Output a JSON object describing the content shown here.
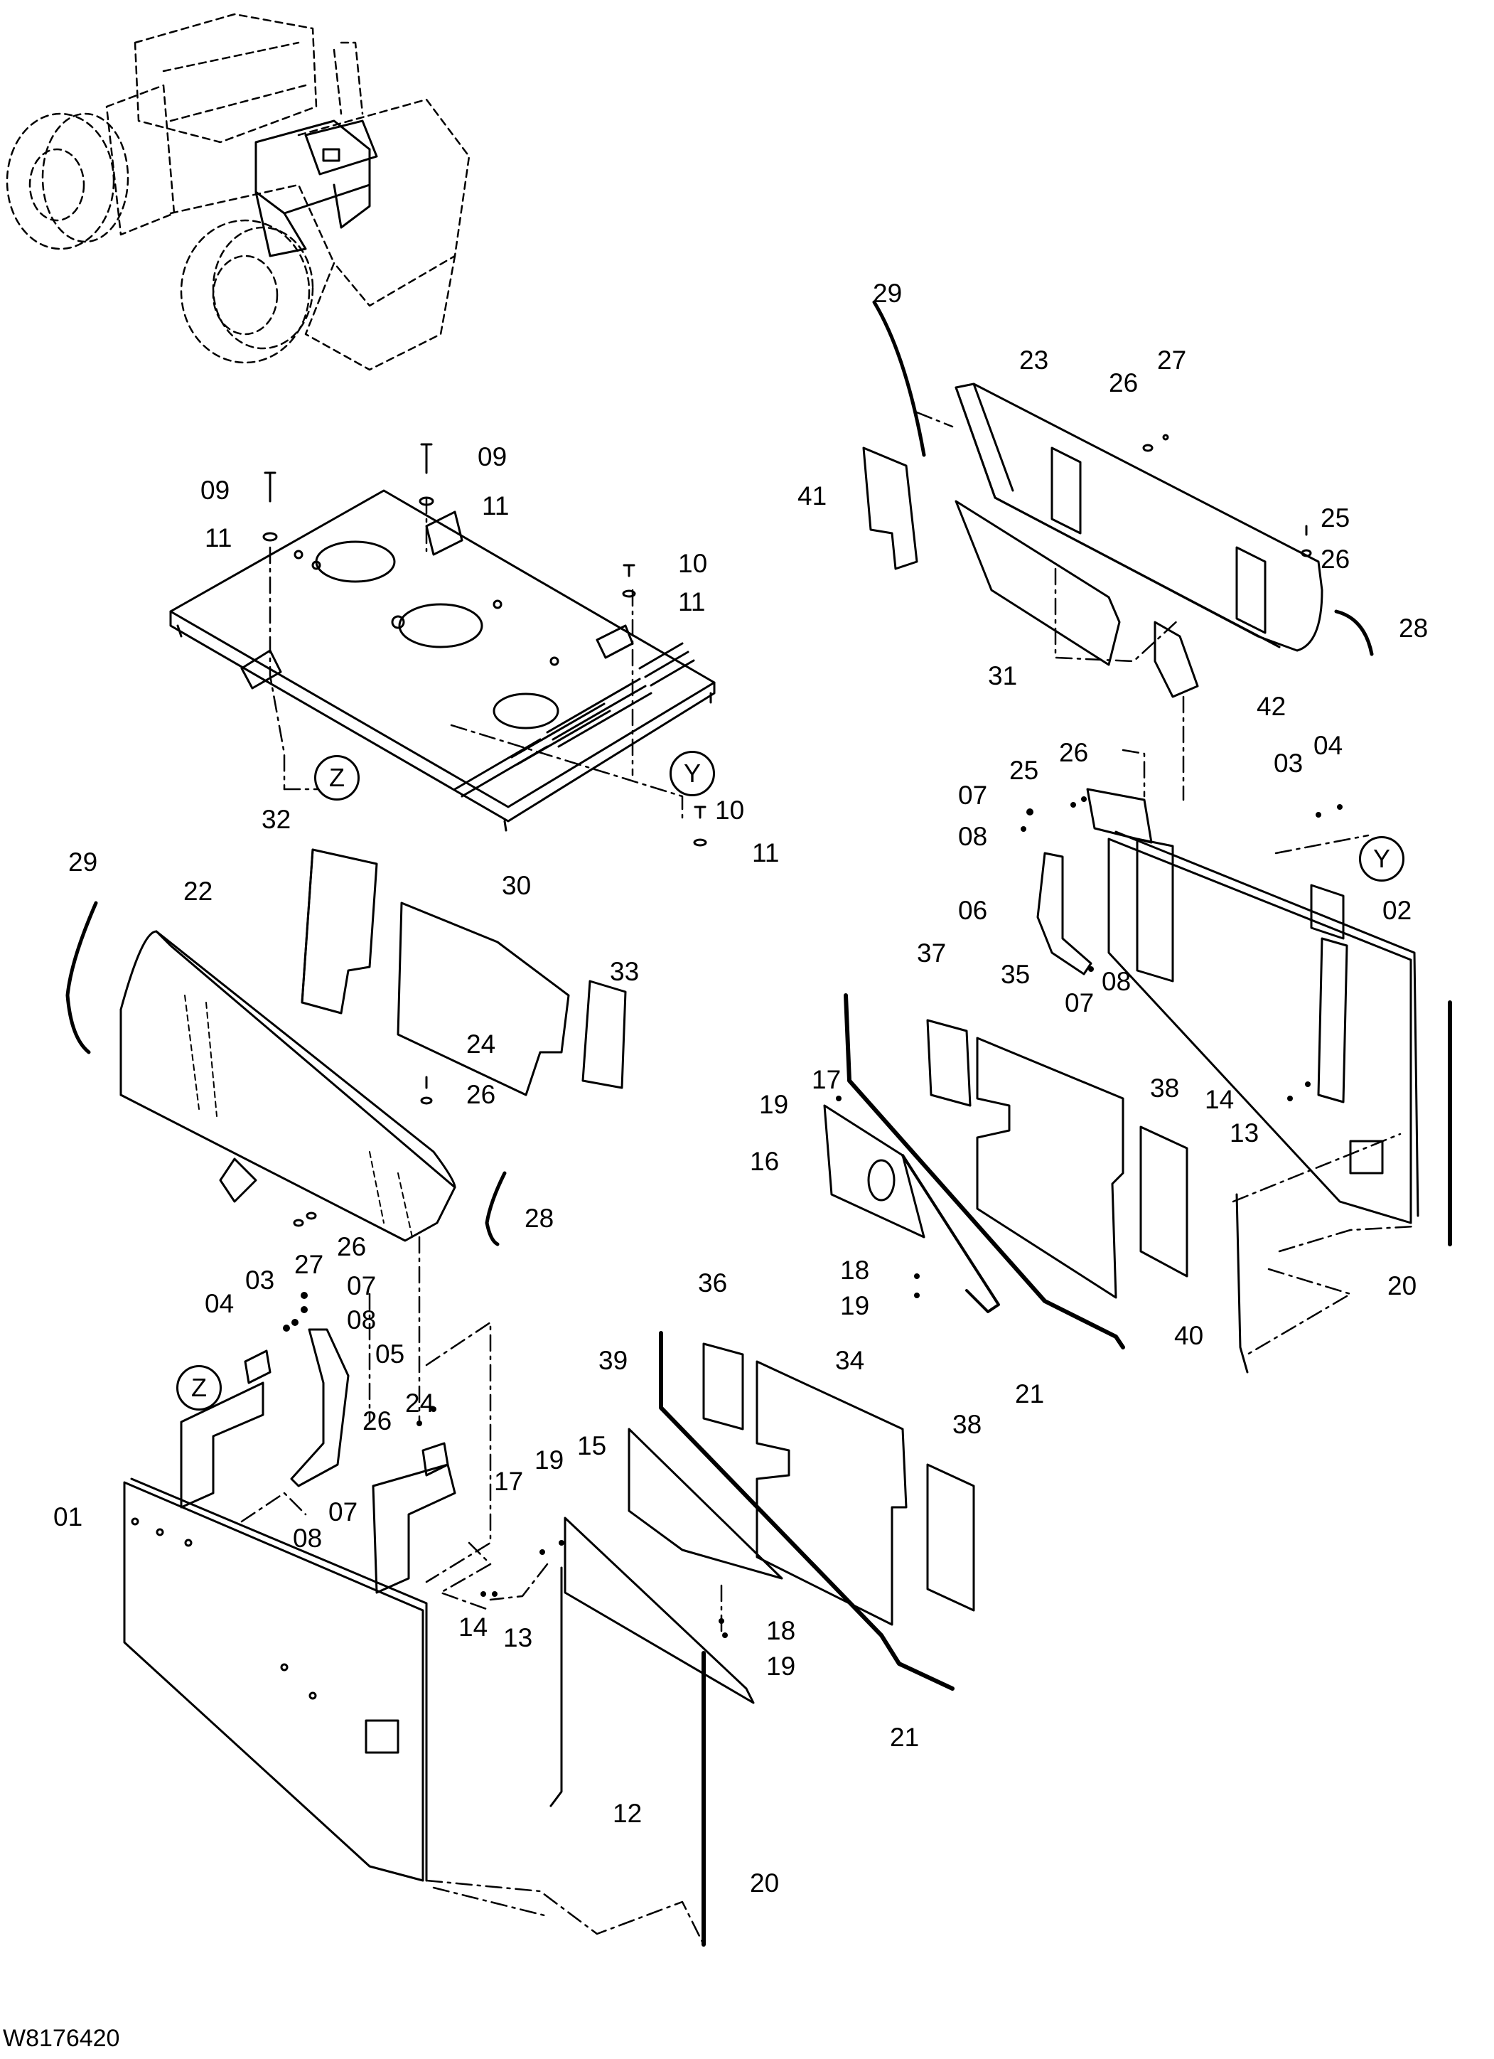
{
  "drawing_code": "W8176420",
  "view_markers": [
    "Z",
    "Y"
  ],
  "parts": [
    {
      "key": "p09a",
      "label": "09"
    },
    {
      "key": "p09b",
      "label": "09"
    },
    {
      "key": "p11a",
      "label": "11"
    },
    {
      "key": "p11b",
      "label": "11"
    },
    {
      "key": "p10a",
      "label": "10"
    },
    {
      "key": "p11c",
      "label": "11"
    },
    {
      "key": "p10b",
      "label": "10"
    },
    {
      "key": "p11d",
      "label": "11"
    },
    {
      "key": "p32",
      "label": "32"
    },
    {
      "key": "p30",
      "label": "30"
    },
    {
      "key": "p29a",
      "label": "29"
    },
    {
      "key": "p22",
      "label": "22"
    },
    {
      "key": "p33",
      "label": "33"
    },
    {
      "key": "p24a",
      "label": "24"
    },
    {
      "key": "p26a",
      "label": "26"
    },
    {
      "key": "p28a",
      "label": "28"
    },
    {
      "key": "p27a",
      "label": "27"
    },
    {
      "key": "p26b",
      "label": "26"
    },
    {
      "key": "p03a",
      "label": "03"
    },
    {
      "key": "p07a",
      "label": "07"
    },
    {
      "key": "p04a",
      "label": "04"
    },
    {
      "key": "p08a",
      "label": "08"
    },
    {
      "key": "p05",
      "label": "05"
    },
    {
      "key": "p24b",
      "label": "24"
    },
    {
      "key": "p26c",
      "label": "26"
    },
    {
      "key": "p01",
      "label": "01"
    },
    {
      "key": "p07b",
      "label": "07"
    },
    {
      "key": "p08b",
      "label": "08"
    },
    {
      "key": "p14a",
      "label": "14"
    },
    {
      "key": "p13a",
      "label": "13"
    },
    {
      "key": "p12",
      "label": "12"
    },
    {
      "key": "p20a",
      "label": "20"
    },
    {
      "key": "p29b",
      "label": "29"
    },
    {
      "key": "p23",
      "label": "23"
    },
    {
      "key": "p26d",
      "label": "26"
    },
    {
      "key": "p27b",
      "label": "27"
    },
    {
      "key": "p41",
      "label": "41"
    },
    {
      "key": "p25a",
      "label": "25"
    },
    {
      "key": "p26e",
      "label": "26"
    },
    {
      "key": "p28b",
      "label": "28"
    },
    {
      "key": "p31",
      "label": "31"
    },
    {
      "key": "p42",
      "label": "42"
    },
    {
      "key": "p26f",
      "label": "26"
    },
    {
      "key": "p25b",
      "label": "25"
    },
    {
      "key": "p07c",
      "label": "07"
    },
    {
      "key": "p08c",
      "label": "08"
    },
    {
      "key": "p03b",
      "label": "03"
    },
    {
      "key": "p04b",
      "label": "04"
    },
    {
      "key": "p06",
      "label": "06"
    },
    {
      "key": "p02",
      "label": "02"
    },
    {
      "key": "p37",
      "label": "37"
    },
    {
      "key": "p35",
      "label": "35"
    },
    {
      "key": "p08d",
      "label": "08"
    },
    {
      "key": "p07d",
      "label": "07"
    },
    {
      "key": "p38a",
      "label": "38"
    },
    {
      "key": "p14b",
      "label": "14"
    },
    {
      "key": "p13b",
      "label": "13"
    },
    {
      "key": "p17a",
      "label": "17"
    },
    {
      "key": "p19a",
      "label": "19"
    },
    {
      "key": "p16",
      "label": "16"
    },
    {
      "key": "p18a",
      "label": "18"
    },
    {
      "key": "p19b",
      "label": "19"
    },
    {
      "key": "p20b",
      "label": "20"
    },
    {
      "key": "p40",
      "label": "40"
    },
    {
      "key": "p21a",
      "label": "21"
    },
    {
      "key": "p36",
      "label": "36"
    },
    {
      "key": "p34",
      "label": "34"
    },
    {
      "key": "p39",
      "label": "39"
    },
    {
      "key": "p38b",
      "label": "38"
    },
    {
      "key": "p19c",
      "label": "19"
    },
    {
      "key": "p15",
      "label": "15"
    },
    {
      "key": "p17b",
      "label": "17"
    },
    {
      "key": "p18b",
      "label": "18"
    },
    {
      "key": "p19d",
      "label": "19"
    },
    {
      "key": "p21b",
      "label": "21"
    }
  ]
}
